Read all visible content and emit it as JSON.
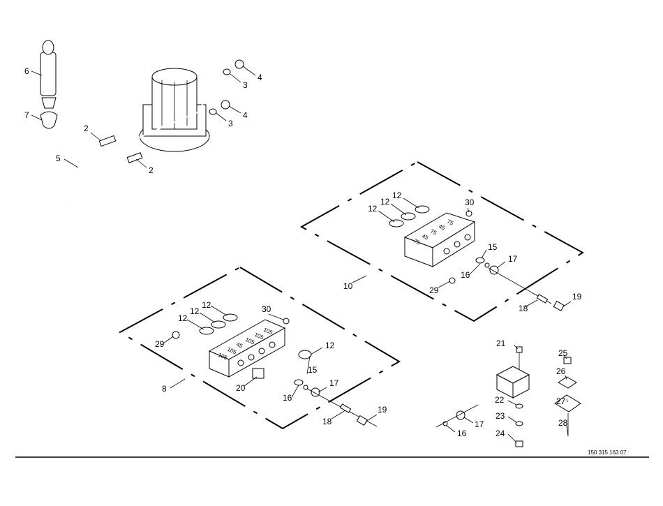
{
  "drawing_reference": "150 315 163 07",
  "callouts": {
    "pump_area": [
      "6",
      "7",
      "2",
      "5",
      "2",
      "3",
      "4",
      "3",
      "4"
    ],
    "upper_distributor": [
      "12",
      "12",
      "12",
      "30",
      "15",
      "17",
      "16",
      "29",
      "10",
      "18",
      "19"
    ],
    "lower_distributor": [
      "12",
      "12",
      "12",
      "30",
      "29",
      "12",
      "15",
      "20",
      "17",
      "8",
      "16",
      "18",
      "19"
    ],
    "loose_parts": [
      "21",
      "25",
      "26",
      "27",
      "28",
      "22",
      "23",
      "24",
      "17",
      "16"
    ]
  },
  "block_markings": {
    "upper": [
      "75",
      "45",
      "75",
      "45",
      "75"
    ],
    "lower": [
      "105",
      "105",
      "45",
      "105",
      "105",
      "105"
    ]
  }
}
